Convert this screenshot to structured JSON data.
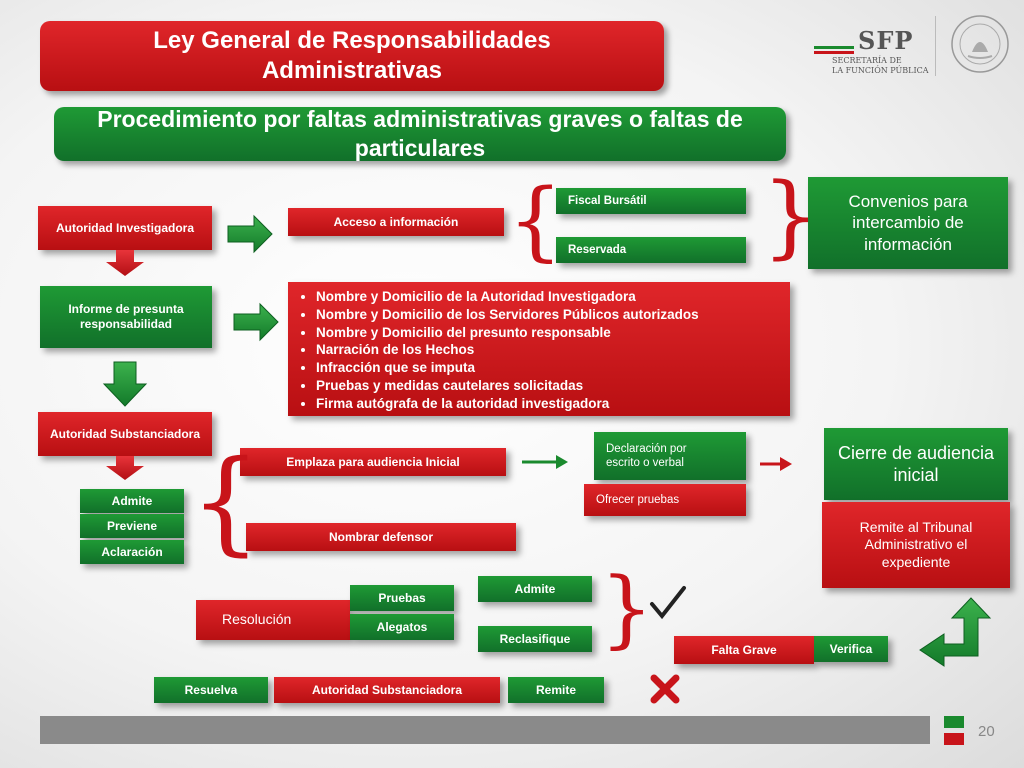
{
  "header": {
    "title": "Ley General de Responsabilidades Administrativas",
    "subtitle": "Procedimiento por faltas administrativas graves o faltas de particulares"
  },
  "logo": {
    "sfp": "SFP",
    "line1": "SECRETARÍA DE",
    "line2": "LA FUNCIÓN PÚBLICA"
  },
  "flow": {
    "autoridad_investigadora": "Autoridad Investigadora",
    "acceso_informacion": "Acceso a información",
    "fiscal_bursatil": "Fiscal Bursátil",
    "reservada": "Reservada",
    "convenios": "Convenios para intercambio de información",
    "informe": "Informe de presunta responsabilidad",
    "requisitos": [
      "Nombre y Domicilio de la Autoridad Investigadora",
      "Nombre y Domicilio de los Servidores Públicos autorizados",
      "Nombre y Domicilio del presunto responsable",
      "Narración de los Hechos",
      "Infracción que se imputa",
      "Pruebas y medidas cautelares solicitadas",
      "Firma autógrafa de la autoridad investigadora"
    ],
    "autoridad_substanciadora": "Autoridad Substanciadora",
    "emplaza": "Emplaza para audiencia Inicial",
    "declaracion": "Declaración por escrito o verbal",
    "ofrecer_pruebas": "Ofrecer pruebas",
    "cierre": "Cierre de audiencia inicial",
    "remite_tribunal": "Remite al Tribunal Administrativo el expediente",
    "admite": "Admite",
    "previene": "Previene",
    "aclaracion": "Aclaración",
    "nombrar_defensor": "Nombrar defensor",
    "resolucion": "Resolución",
    "pruebas": "Pruebas",
    "alegatos": "Alegatos",
    "admite2": "Admite",
    "reclasifique": "Reclasifique",
    "falta_grave": "Falta Grave",
    "verifica": "Verifica",
    "resuelva": "Resuelva",
    "autoridad_substanciadora2": "Autoridad Substanciadora",
    "remite": "Remite"
  },
  "footer": {
    "page_number": "20"
  },
  "colors": {
    "red": "#c8141a",
    "green": "#1a8a2e",
    "gray_bar": "#8a8a8a"
  },
  "icons": {
    "check": "check-icon",
    "cross": "x-icon"
  }
}
